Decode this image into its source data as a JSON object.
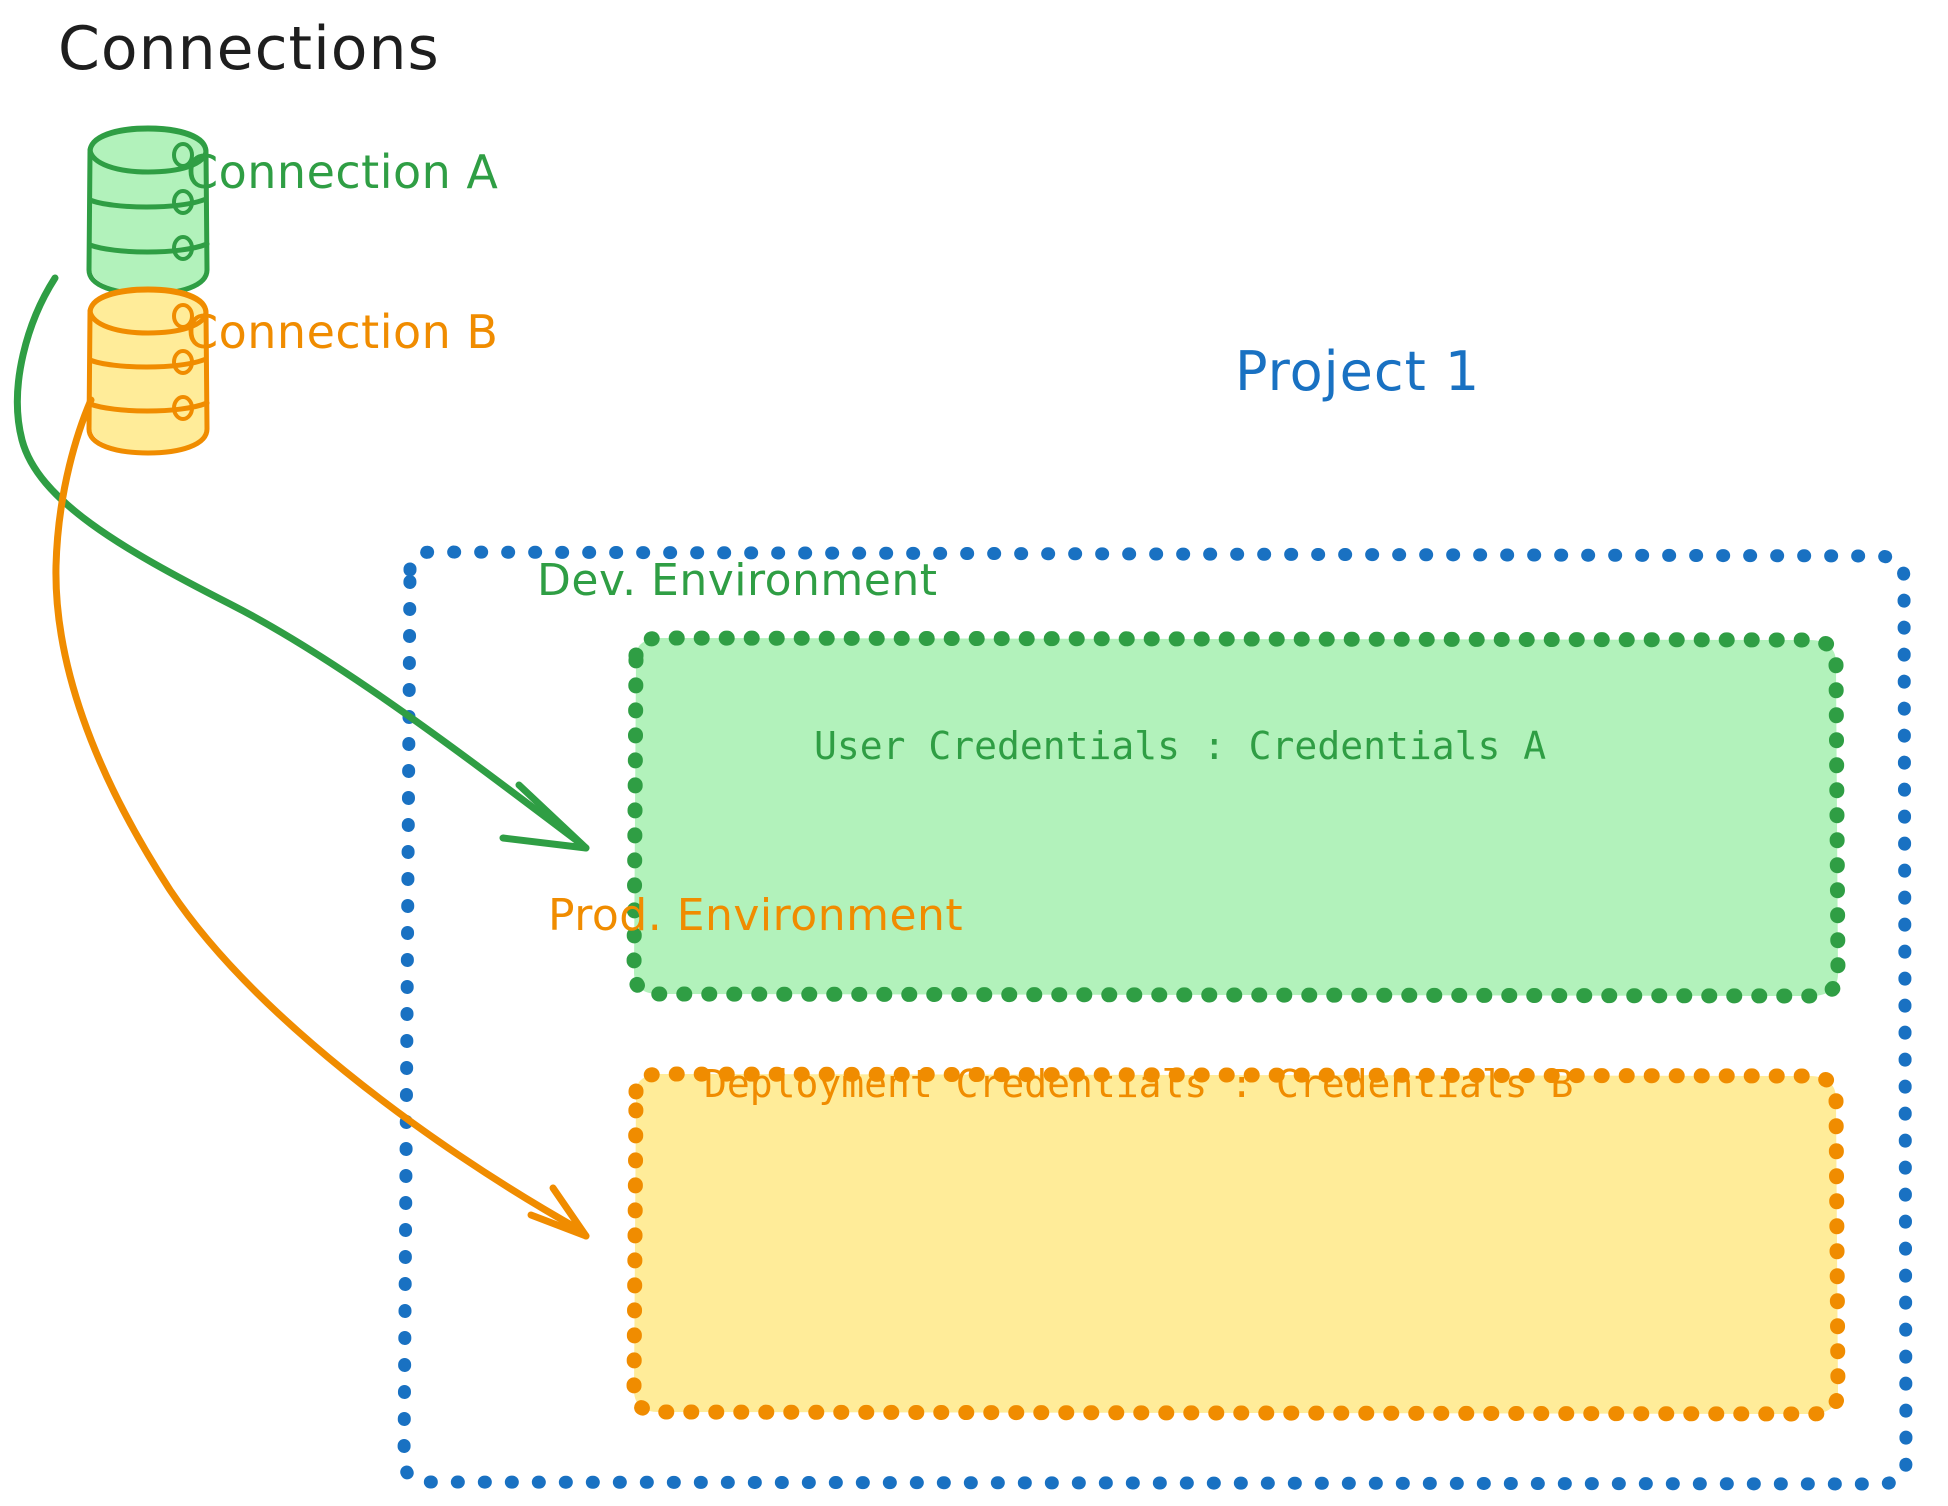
{
  "diagram": {
    "title": "Connections",
    "colors": {
      "black": "#1e1e1e",
      "green_stroke": "#2f9e44",
      "green_fill": "#b2f2bb",
      "orange_stroke": "#f08c00",
      "orange_fill": "#ffec99",
      "blue_stroke": "#1971c2",
      "background": "#ffffff"
    },
    "connections": [
      {
        "id": "connection-a",
        "label": "Connection A",
        "icon": "database-icon",
        "color": "#2f9e44",
        "fill": "#b2f2bb",
        "targets": "dev-environment"
      },
      {
        "id": "connection-b",
        "label": "Connection B",
        "icon": "database-icon",
        "color": "#f08c00",
        "fill": "#ffec99",
        "targets": "prod-environment"
      }
    ],
    "project": {
      "label": "Project 1",
      "color": "#1971c2",
      "border_style": "dotted",
      "environments": [
        {
          "id": "dev-environment",
          "title": "Dev. Environment",
          "detail": "User Credentials : Credentials A",
          "color": "#2f9e44",
          "fill": "#b2f2bb",
          "border_style": "dotted"
        },
        {
          "id": "prod-environment",
          "title": "Prod. Environment",
          "detail": "Deployment Credentials : Credentials B",
          "color": "#f08c00",
          "fill": "#ffec99",
          "border_style": "dotted"
        }
      ]
    },
    "arrows": [
      {
        "id": "arrow-a-to-dev",
        "from": "connection-a",
        "to": "dev-environment",
        "color": "#2f9e44"
      },
      {
        "id": "arrow-b-to-prod",
        "from": "connection-b",
        "to": "prod-environment",
        "color": "#f08c00"
      }
    ]
  }
}
